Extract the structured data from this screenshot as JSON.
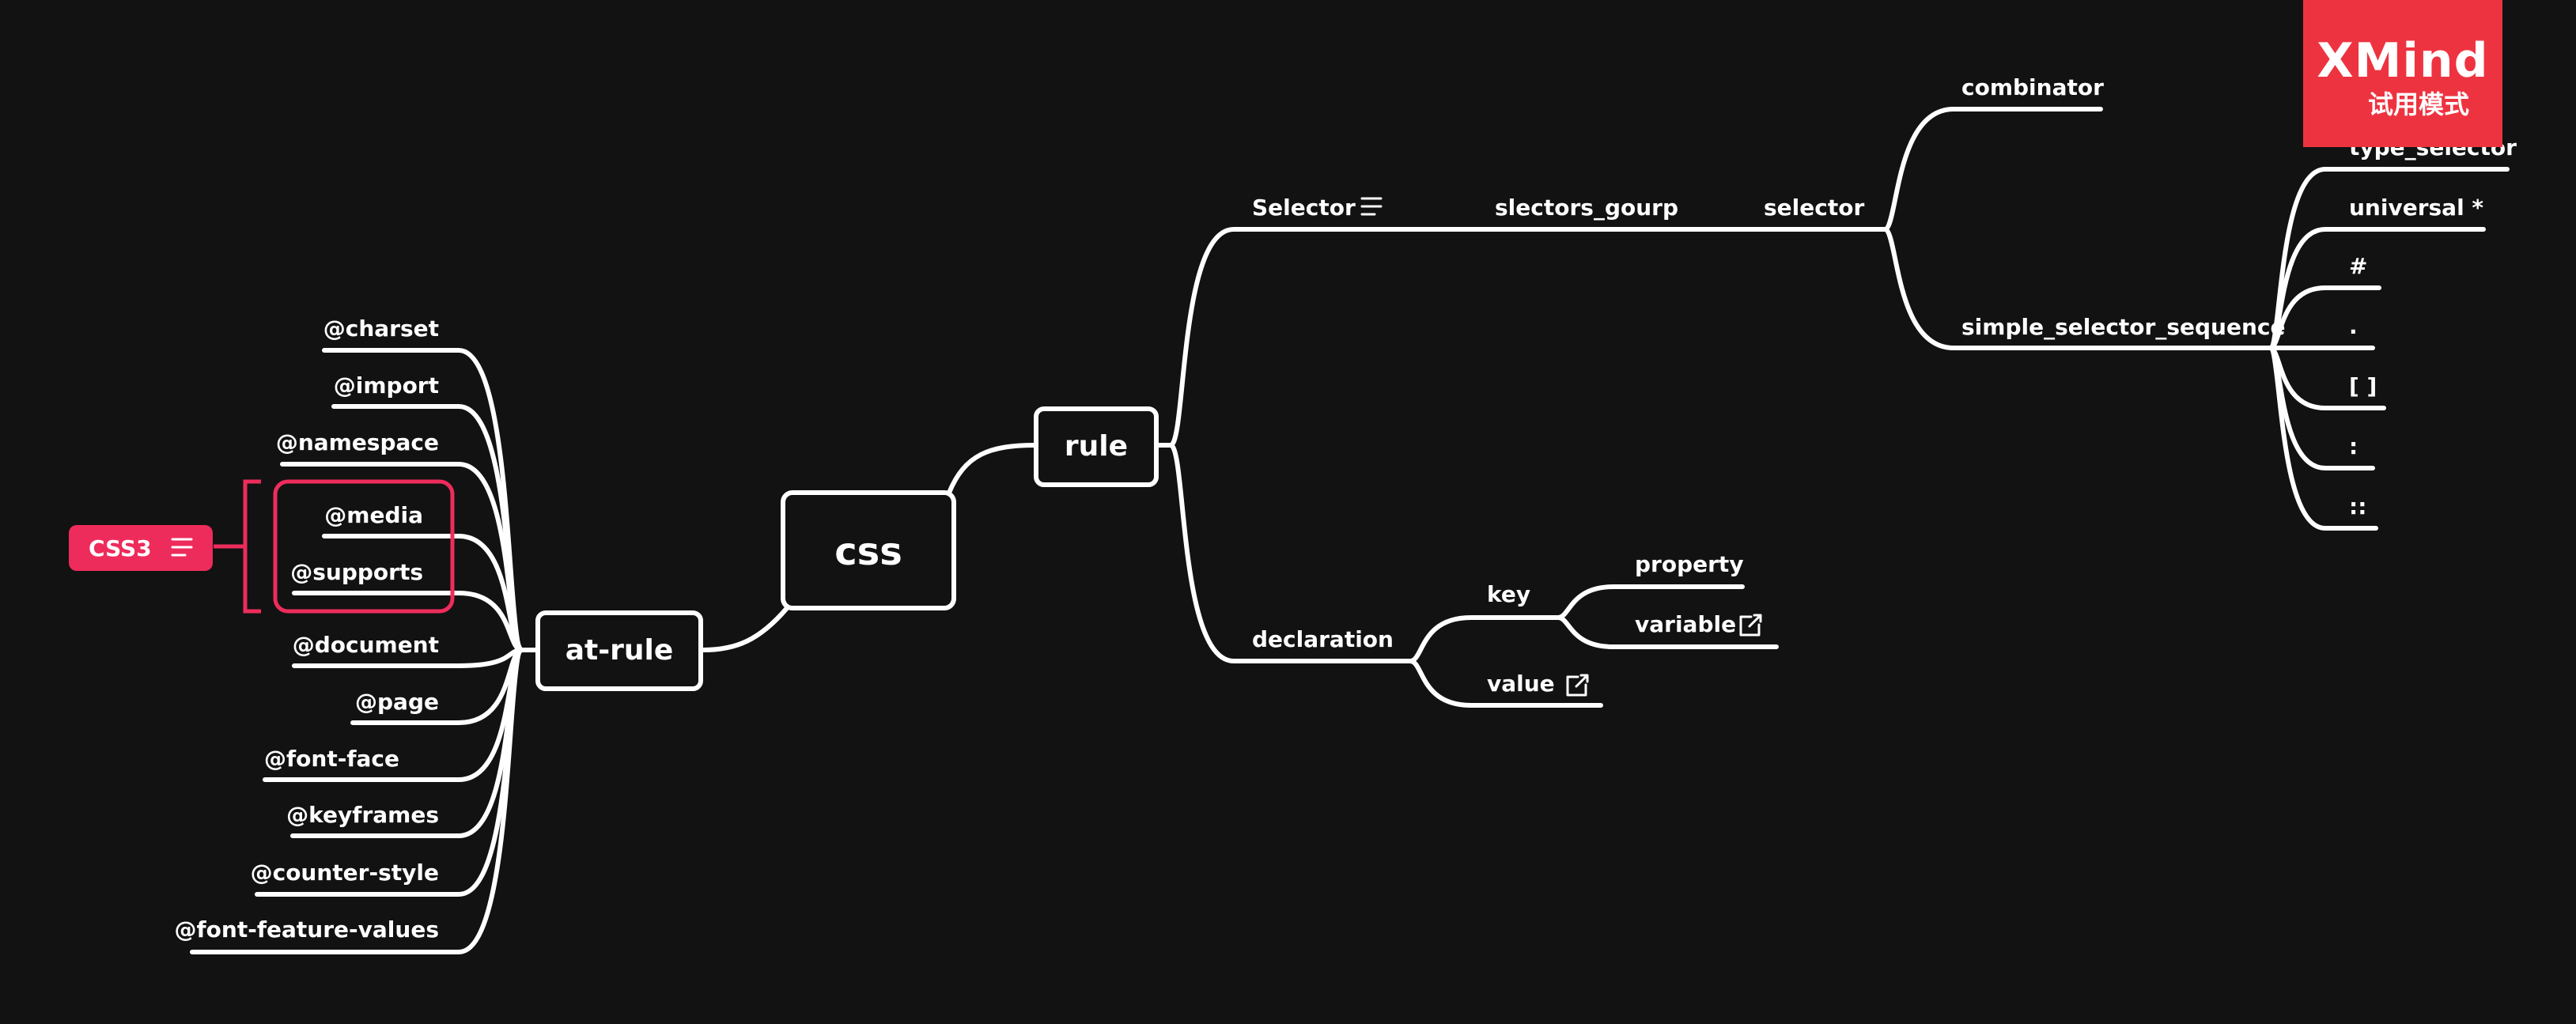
{
  "center": "css",
  "at_rule": {
    "label": "at-rule",
    "items": [
      "@charset",
      "@import",
      "@namespace",
      "@media",
      "@supports",
      "@document",
      "@page",
      "@font-face",
      "@keyframes",
      "@counter-style",
      "@font-feature-values"
    ],
    "boundary_tag": "CSS3"
  },
  "rule": {
    "label": "rule",
    "selector": {
      "label": "Selector",
      "group": "slectors_gourp",
      "selector": "selector",
      "combinator": "combinator",
      "sequence": {
        "label": "simple_selector_sequence",
        "items": [
          "type_selector",
          "universal  *",
          "#",
          ".",
          "[ ]",
          ":",
          "::"
        ]
      }
    },
    "declaration": {
      "label": "declaration",
      "key": {
        "label": "key",
        "items": [
          "property",
          "variable"
        ]
      },
      "value": "value"
    }
  },
  "watermark": {
    "brand": "XMind",
    "sub": "试用模式"
  },
  "colors": {
    "background": "#121212",
    "line": "#ffffff",
    "accent": "#ee2c5c",
    "watermark": "#ee3340"
  }
}
